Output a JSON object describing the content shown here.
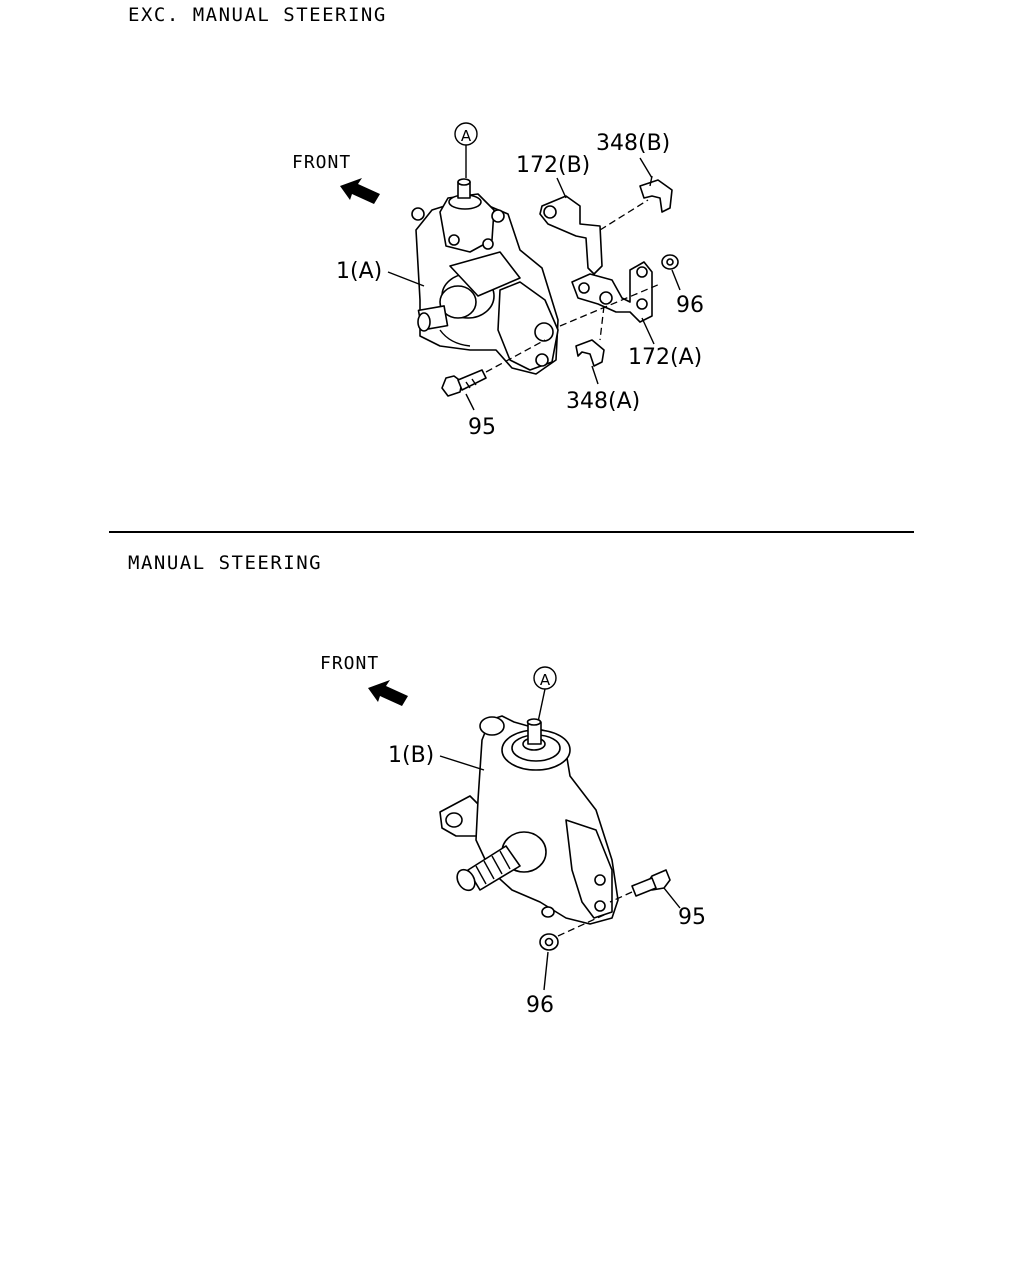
{
  "sections": {
    "top": {
      "title": "EXC. MANUAL STEERING",
      "front_label": "FRONT",
      "ref_marker": "A",
      "labels": {
        "gear_box": "1(A)",
        "bracket_b": "172(B)",
        "clip_b": "348(B)",
        "nut": "96",
        "bracket_a": "172(A)",
        "clip_a": "348(A)",
        "bolt": "95"
      }
    },
    "bottom": {
      "title": "MANUAL STEERING",
      "front_label": "FRONT",
      "ref_marker": "A",
      "labels": {
        "gear_box": "1(B)",
        "bolt": "95",
        "nut": "96"
      }
    }
  }
}
